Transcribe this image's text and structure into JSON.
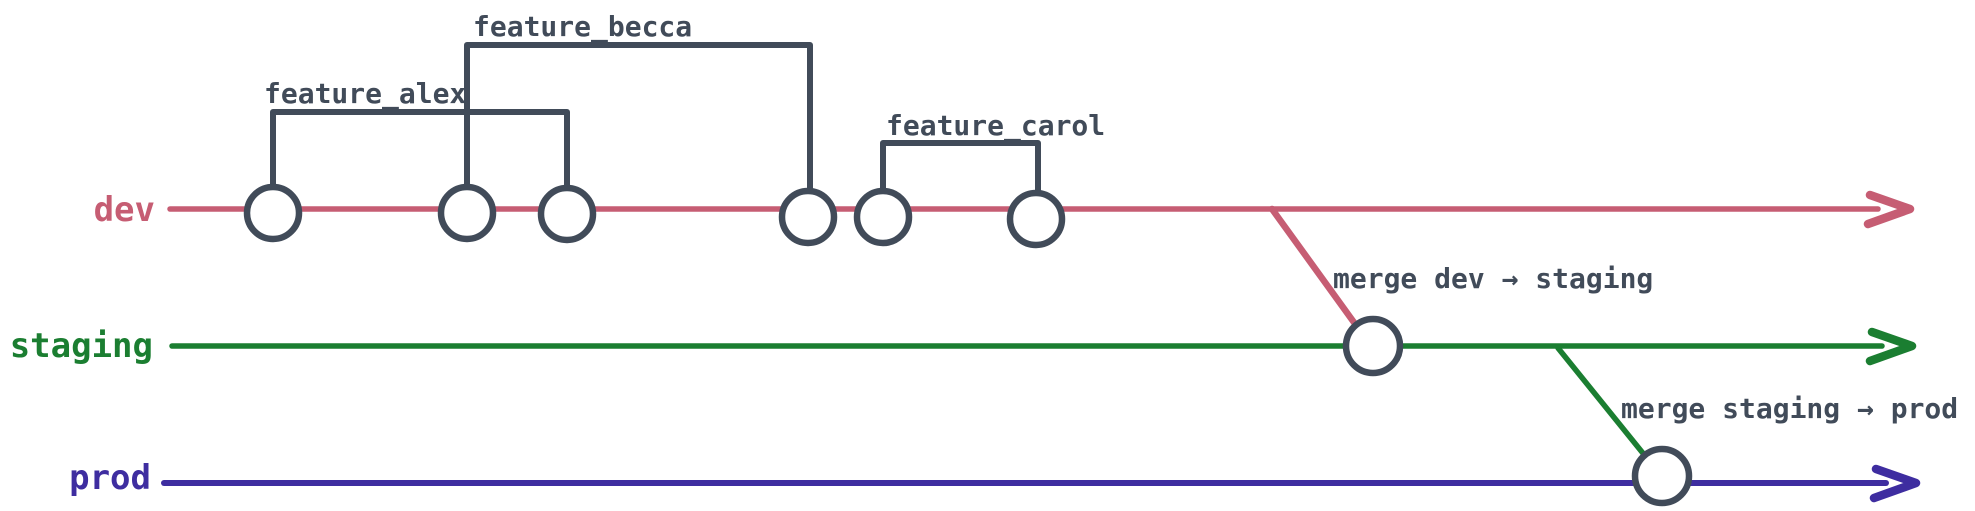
{
  "diagram": {
    "type": "git-branch-diagram",
    "background": "#ffffff",
    "ink_color": "#414b59",
    "branches": [
      {
        "name": "dev",
        "color": "#c65d73"
      },
      {
        "name": "staging",
        "color": "#1b7e31"
      },
      {
        "name": "prod",
        "color": "#3e2da0"
      }
    ],
    "commits_on_dev": 6,
    "features": [
      {
        "label": "feature_alex",
        "from_commit": 1,
        "to_commit": 3
      },
      {
        "label": "feature_becca",
        "from_commit": 2,
        "to_commit": 4
      },
      {
        "label": "feature_carol",
        "from_commit": 5,
        "to_commit": 6
      }
    ],
    "merges": [
      {
        "label": "merge dev → staging",
        "from": "dev",
        "to": "staging"
      },
      {
        "label": "merge staging → prod",
        "from": "staging",
        "to": "prod"
      }
    ]
  }
}
